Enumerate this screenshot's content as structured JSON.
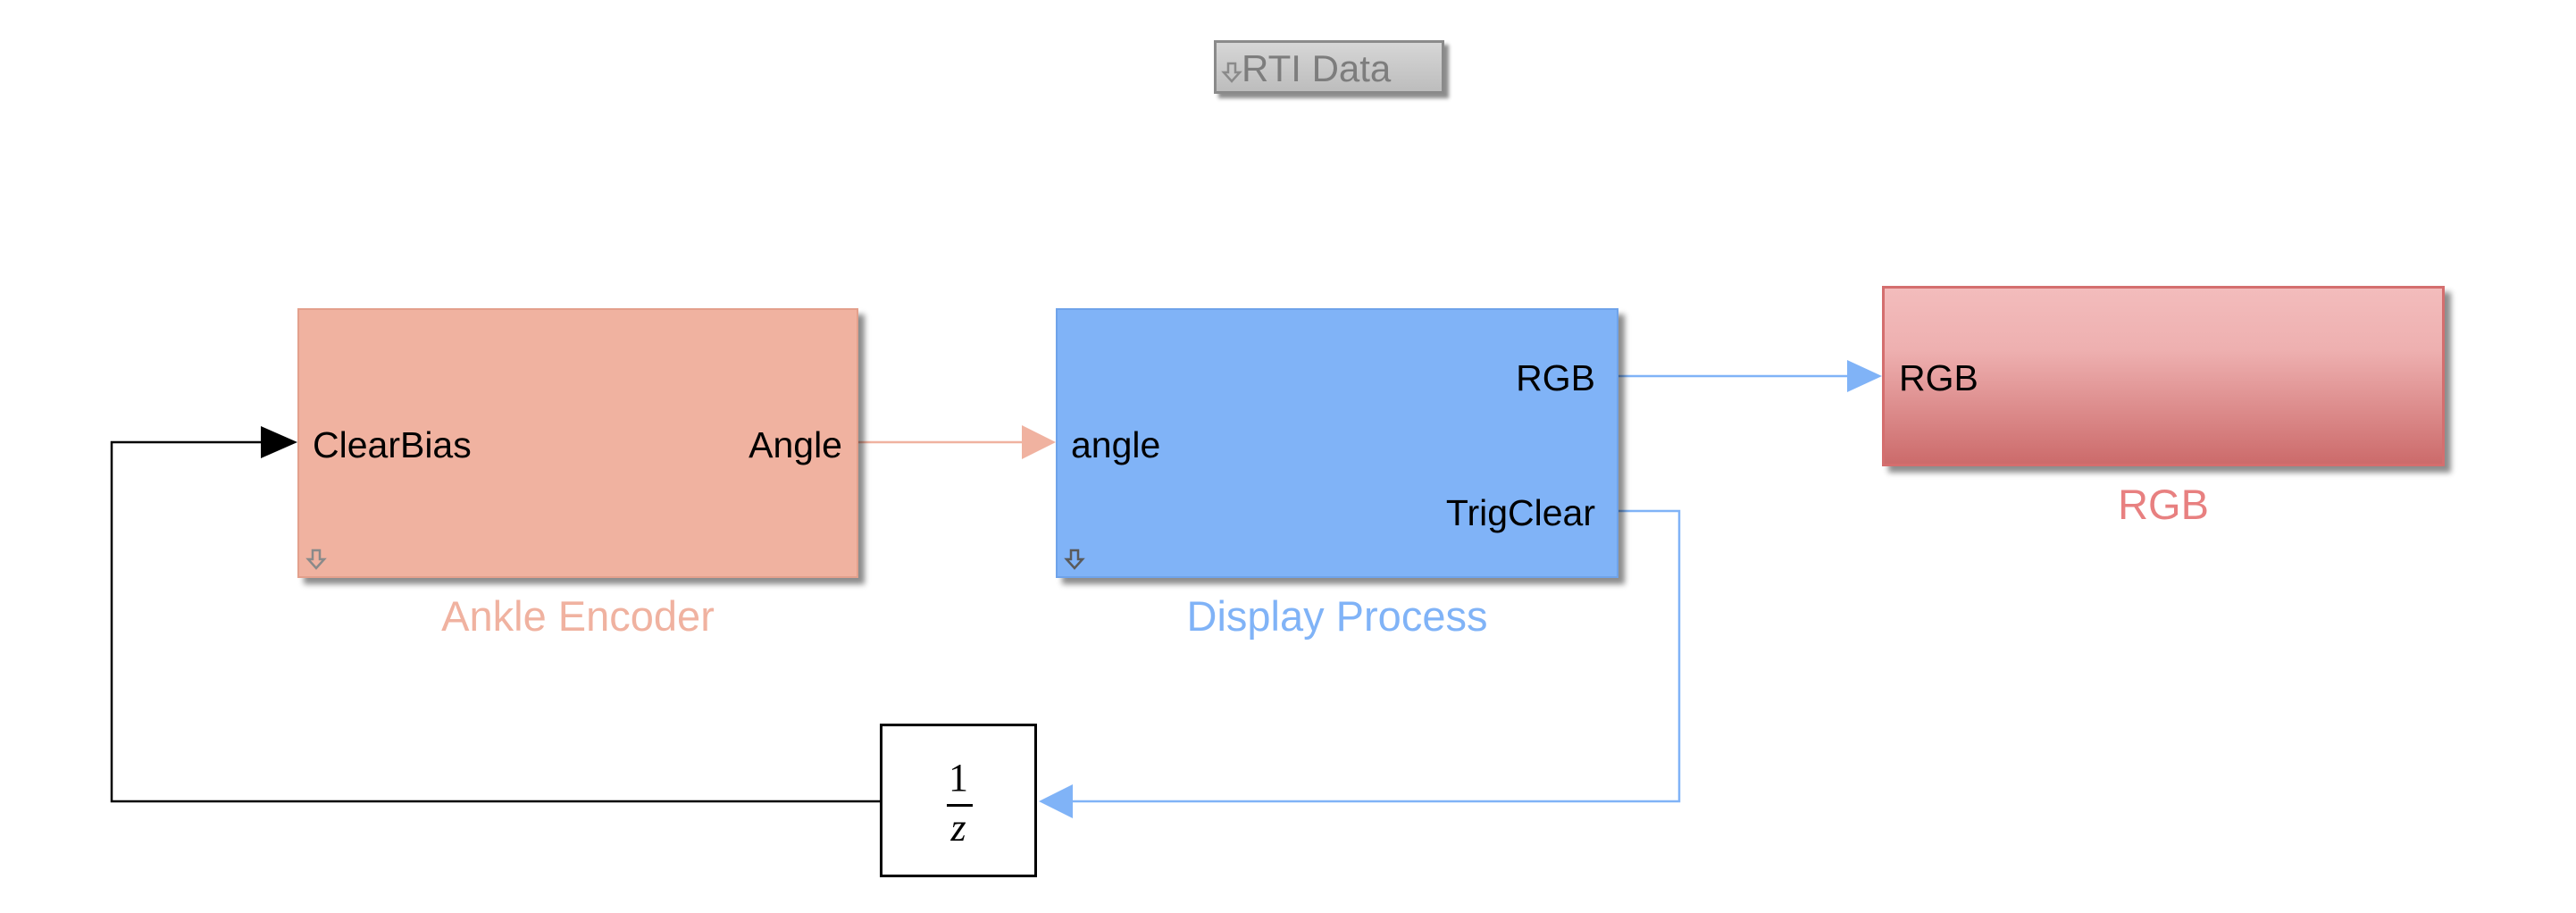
{
  "annotation": {
    "label": "RTI Data"
  },
  "blocks": {
    "ankle_encoder": {
      "name": "Ankle Encoder",
      "input_port": "ClearBias",
      "output_port": "Angle",
      "fill_color": "#f0b2a0",
      "caption_color": "#f0b2a0"
    },
    "display_process": {
      "name": "Display Process",
      "input_port": "angle",
      "output_port_1": "RGB",
      "output_port_2": "TrigClear",
      "fill_color": "#80b3f7",
      "caption_color": "#80b3f7"
    },
    "rgb_output": {
      "name": "RGB",
      "input_port": "RGB",
      "fill_color_top": "#f3bcbc",
      "fill_color_bottom": "#cc6b6b",
      "caption_color": "#e88080"
    },
    "unit_delay": {
      "numerator": "1",
      "denominator": "z"
    }
  },
  "colors": {
    "feedback_wire": "#000000",
    "angle_wire": "#f0b2a0",
    "display_wire": "#80b3f7"
  },
  "icons": {
    "library_link": "down-arrow-icon"
  }
}
